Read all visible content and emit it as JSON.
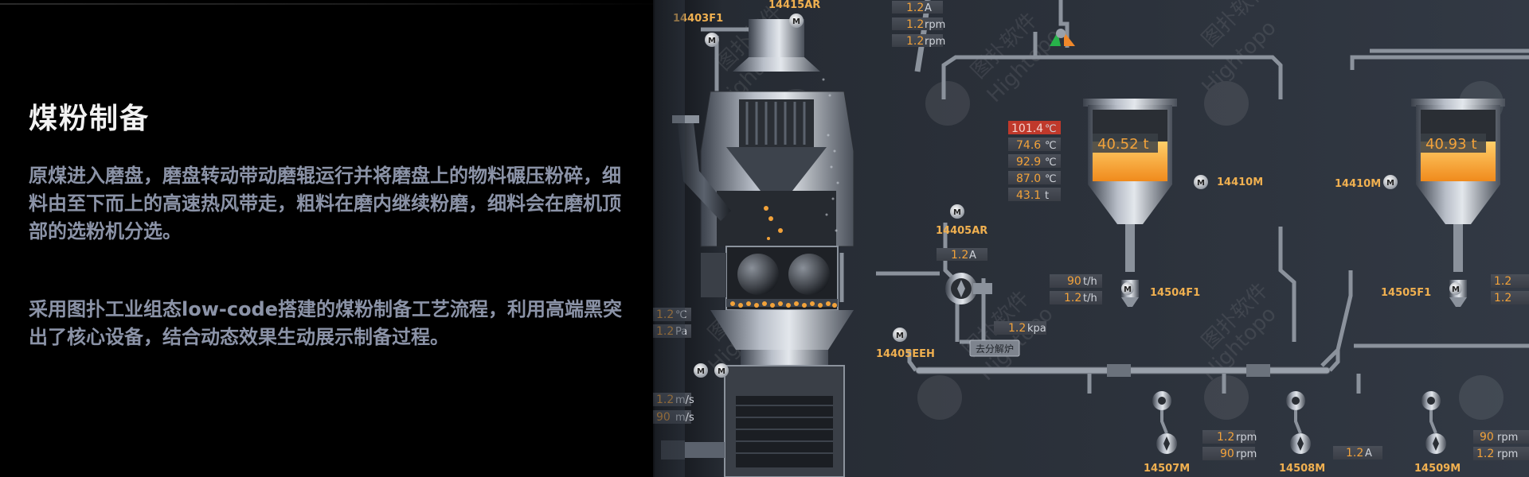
{
  "left_panel": {
    "title": "煤粉制备",
    "paragraph1": "原煤进入磨盘，磨盘转动带动磨辊运行并将磨盘上的物料碾压粉碎，细料由至下而上的高速热风带走，粗料在磨内继续粉磨，细料会在磨机顶部的选粉机分选。",
    "paragraph2": "采用图扑工业组态low-code搭建的煤粉制备工艺流程，利用高端黑突出了核心设备，结合动态效果生动展示制备过程。"
  },
  "motor_label": "M",
  "tags": {
    "t14403F1": "14403F1",
    "t14415AR": "14415AR",
    "t14405AR": "14405AR",
    "t14405EEH": "14405EEH",
    "t14410M_a": "14410M",
    "t14410M_b": "14410M",
    "t14504F1": "14504F1",
    "t14505F1": "14505F1",
    "t14507M": "14507M",
    "t14508M": "14508M",
    "t14509M": "14509M"
  },
  "readings_top": [
    {
      "value": "1.2",
      "unit": "A"
    },
    {
      "value": "1.2",
      "unit": "rpm"
    },
    {
      "value": "1.2",
      "unit": "rpm"
    }
  ],
  "temperatures": [
    {
      "value": "101.4",
      "unit": "℃",
      "alarm": true
    },
    {
      "value": "74.6",
      "unit": "℃"
    },
    {
      "value": "92.9",
      "unit": "℃"
    },
    {
      "value": "87.0",
      "unit": "℃"
    },
    {
      "value": "43.1",
      "unit": "t"
    }
  ],
  "fan_reading": {
    "value": "1.2",
    "unit": "A"
  },
  "flow_readings": [
    {
      "value": "90",
      "unit": "t/h"
    },
    {
      "value": "1.2",
      "unit": "t/h"
    }
  ],
  "pressure_reading": {
    "value": "1.2",
    "unit": "kpa"
  },
  "left_readings": [
    {
      "value": "1.2",
      "unit": "℃"
    },
    {
      "value": "1.2",
      "unit": "Pa"
    },
    {
      "value": "1.2",
      "unit": "m/s"
    },
    {
      "value": "90",
      "unit": "m/s"
    }
  ],
  "right_edge_readings": [
    {
      "value": "1.2"
    },
    {
      "value": "1.2"
    }
  ],
  "bottom_readings_1": [
    {
      "value": "1.2",
      "unit": "rpm"
    },
    {
      "value": "90",
      "unit": "rpm"
    }
  ],
  "bottom_reading_2": {
    "value": "1.2",
    "unit": "A"
  },
  "bottom_readings_3": [
    {
      "value": "90",
      "unit": "rpm"
    },
    {
      "value": "1.2",
      "unit": "rpm"
    }
  ],
  "hopper1": {
    "value": "40.52",
    "unit": "t",
    "level": 0.55
  },
  "hopper2": {
    "value": "40.93",
    "unit": "t",
    "level": 0.55
  },
  "decomposer_button": "去分解炉",
  "watermark": {
    "cn": "图扑软件",
    "en": "Hightopo"
  },
  "colors": {
    "accent": "#f2a23a",
    "alarm": "#c0392b",
    "background": "#2c323c",
    "arrow_green": "#27b24a",
    "arrow_orange": "#f0882a"
  }
}
